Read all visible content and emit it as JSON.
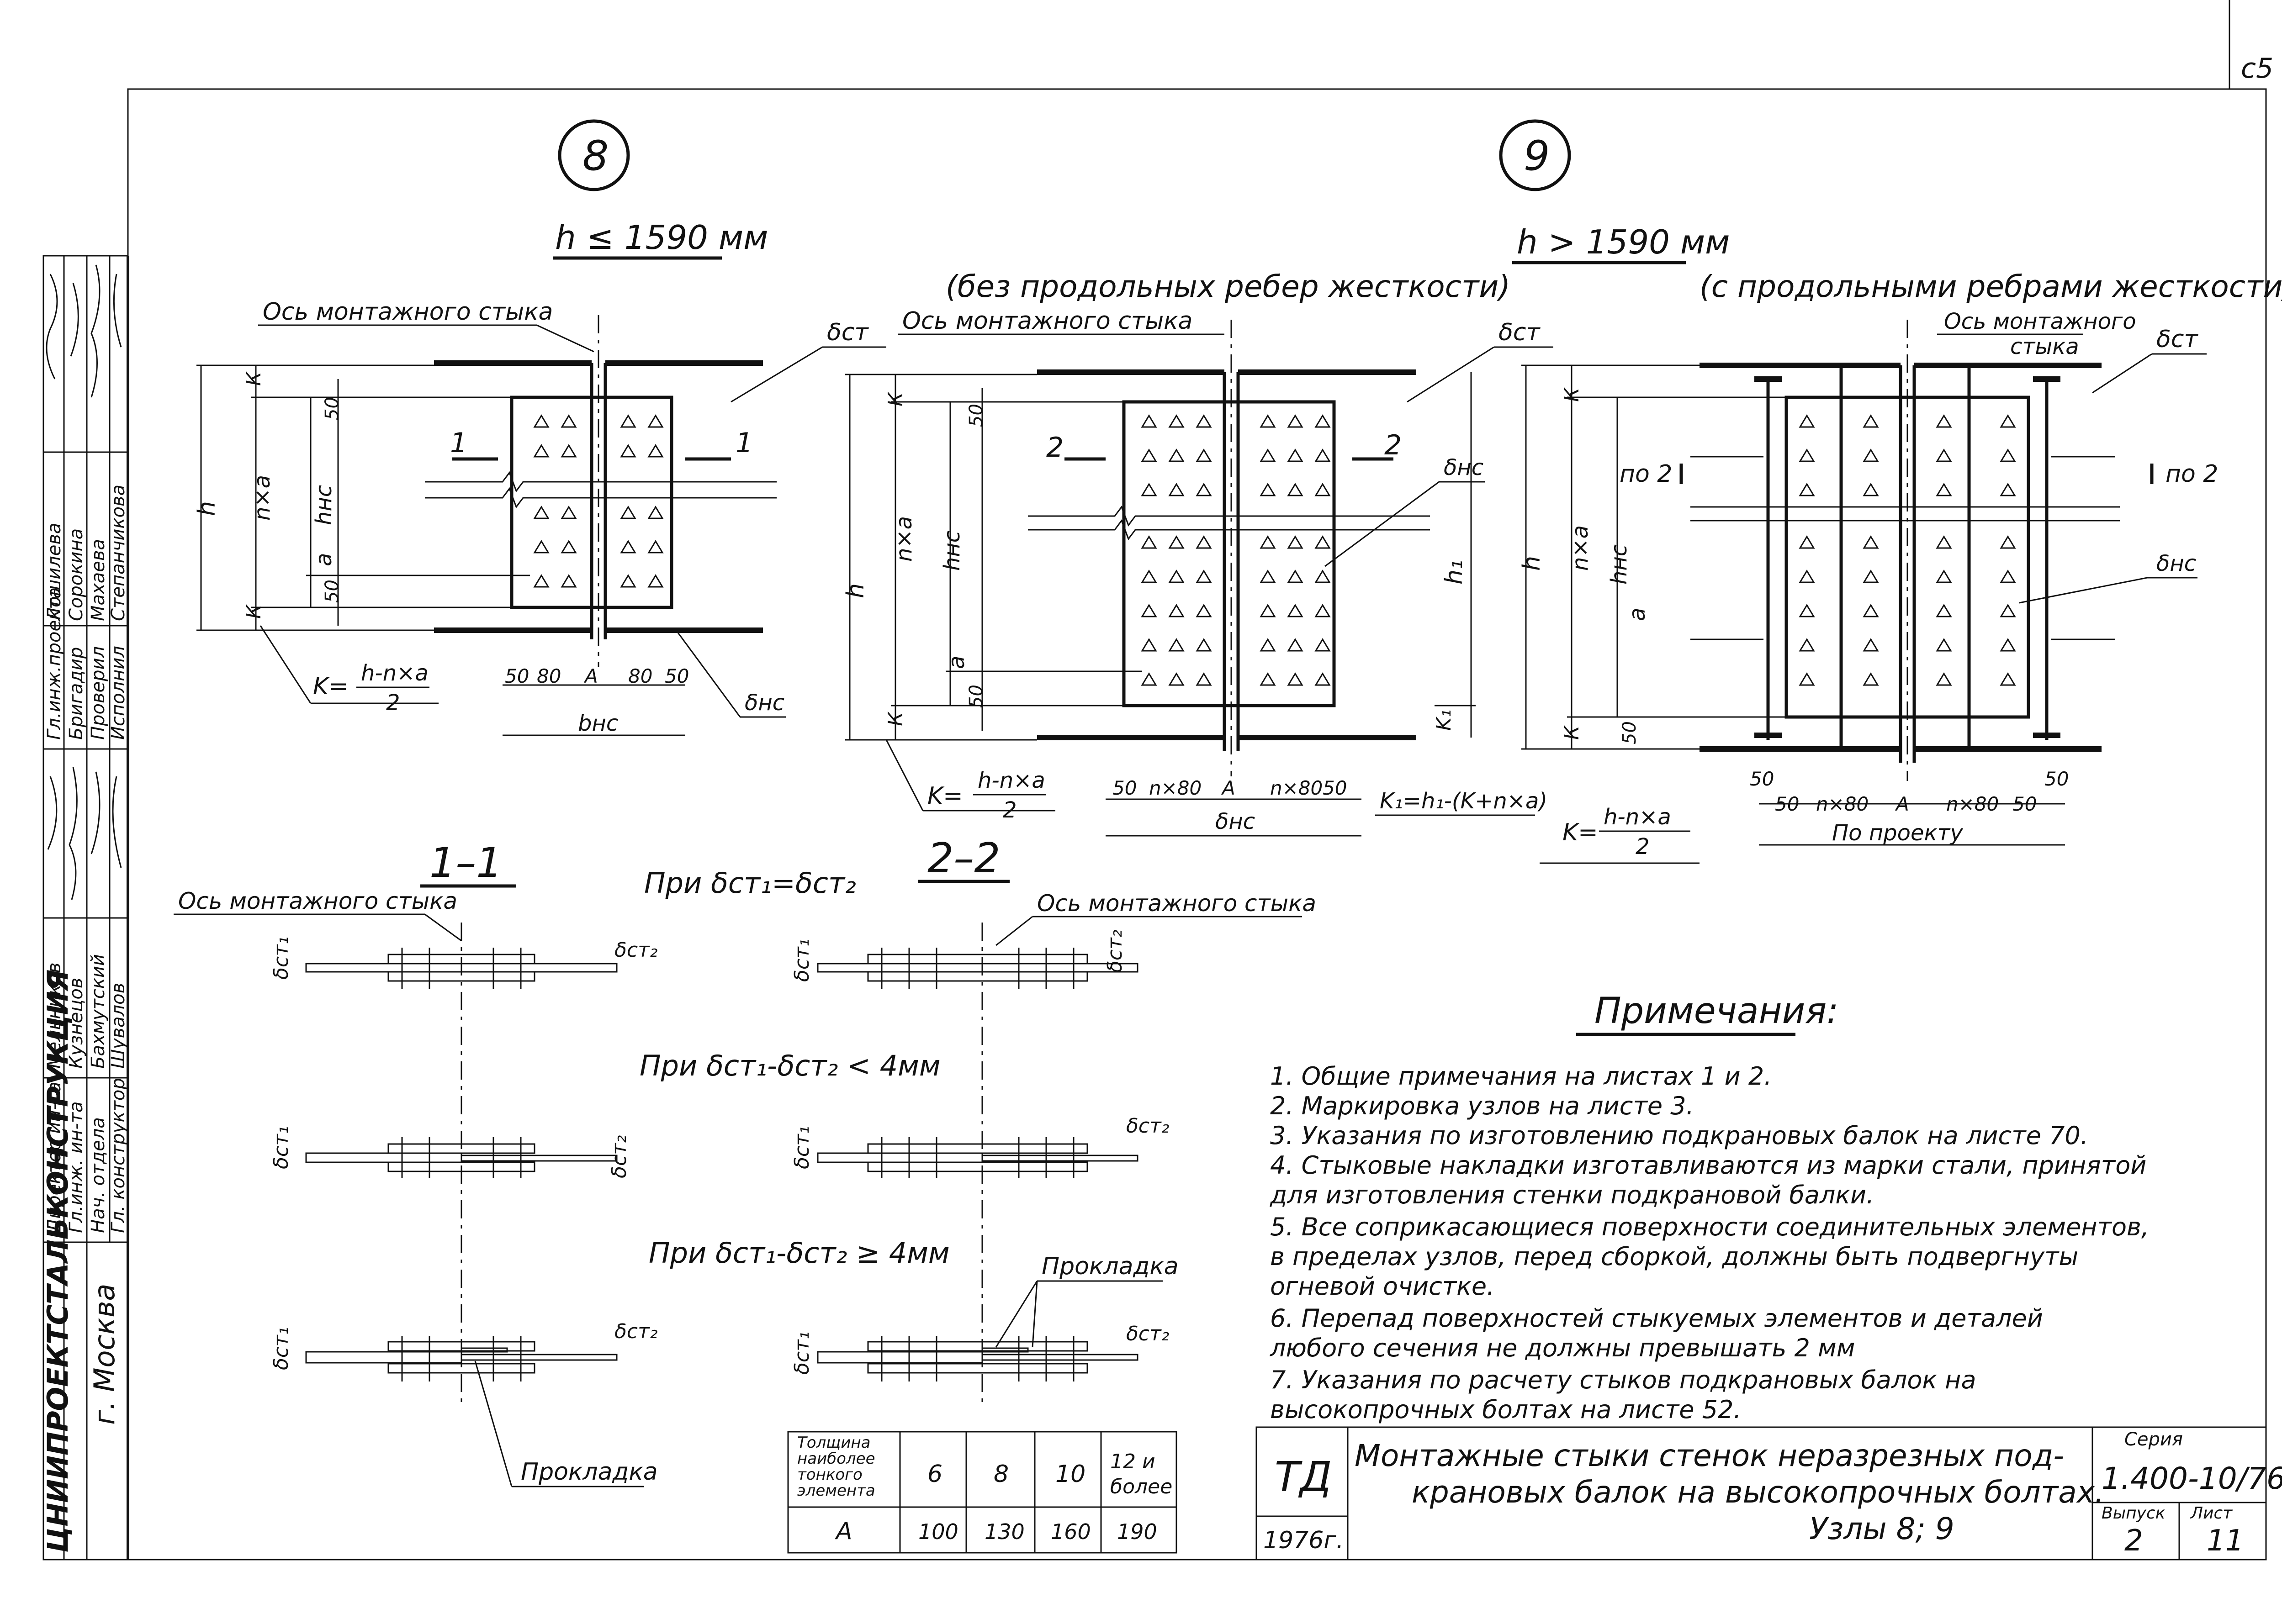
{
  "corner_mark": "с5",
  "node8": {
    "number": "8",
    "condition": "h ≤ 1590 мм",
    "axis_label": "Ось монтажного стыка",
    "delta_st": "δст",
    "delta_ns": "δнс",
    "k": "К",
    "dims": {
      "d50": "50",
      "nxa": "n×a",
      "h": "h",
      "hns": "hнс",
      "a": "a",
      "bottom": [
        "50",
        "80",
        "A",
        "80",
        "50"
      ],
      "bns": "bнс"
    },
    "k_formula_num": "h-n×a",
    "k_formula_den": "2",
    "k_formula_lhs": "K=",
    "section_mark": "1"
  },
  "node9": {
    "number": "9",
    "condition": "h > 1590 мм",
    "left_subtitle": "(без продольных ребер жесткости)",
    "right_subtitle": "(с продольными ребрами жесткости)",
    "axis_label": "Ось монтажного стыка",
    "axis_label_right_1": "Ось монтажного",
    "axis_label_right_2": "стыка",
    "delta_st": "δст",
    "delta_ns": "δнс",
    "section_mark": "2",
    "po2": "по 2",
    "h1": "h₁",
    "k1": "K₁",
    "k1_formula": "K₁=h₁-(K+n×a)",
    "bottom_left": [
      "50",
      "n×80",
      "A",
      "n×80",
      "50"
    ],
    "bottom_right": [
      "50",
      "50",
      "n×80",
      "A",
      "n×80",
      "50",
      "50"
    ],
    "po_proektu": "По проекту",
    "k_formula_num": "h-n×a",
    "k_formula_den": "2",
    "k_formula_lhs": "K="
  },
  "sections": {
    "s11": "1–1",
    "s22": "2–2",
    "axis": "Ось монтажного стыка",
    "cond1": "При δст₁=δст₂",
    "cond2": "При δст₁-δст₂ < 4мм",
    "cond3": "При δст₁-δст₂ ≥ 4мм",
    "prokladka": "Прокладка",
    "d1": "δст₁",
    "d2": "δст₂"
  },
  "notes": {
    "title": "Примечания:",
    "items": [
      "1.  Общие примечания на листах 1 и 2.",
      "2.  Маркировка узлов на листе 3.",
      "3.  Указания по изготовлению подкрановых балок на листе 70.",
      "4.  Стыковые накладки изготавливаются из марки стали, принятой",
      "     для изготовления стенки подкрановой балки.",
      "5.  Все соприкасающиеся поверхности соединительных элементов,",
      "     в пределах узлов, перед сборкой, должны быть подвергнуты",
      "     огневой очистке.",
      "6.  Перепад поверхностей стыкуемых элементов и деталей",
      "     любого сечения не должны превышать 2 мм",
      "7.  Указания по расчету стыков подкрановых балок на",
      "     высокопрочных болтах на листе 52."
    ]
  },
  "thickness_table": {
    "header": [
      "Толщина наиболее тонкого элемента",
      "6",
      "8",
      "10",
      "12 и более"
    ],
    "row": [
      "A",
      "100",
      "130",
      "160",
      "190"
    ]
  },
  "title_block": {
    "td": "ТД",
    "year": "1976г.",
    "title_1": "Монтажные стыки стенок неразрезных под-",
    "title_2": "крановых балок на высокопрочных болтах.",
    "title_3": "Узлы 8; 9",
    "series_label": "Серия",
    "series": "1.400-10/76",
    "issue_label": "Выпуск",
    "issue": "2",
    "sheet_label": "Лист",
    "sheet": "11"
  },
  "side_stamp": {
    "org": "ЦНИИПРОЕКТСТАЛЬКОНСТРУКЦИЯ",
    "city": "г. Москва",
    "roles": [
      "Директор ин-та",
      "Гл.инж. ин-та",
      "Нач. отдела",
      "Гл. конструктор",
      "Гл.инж.проекта",
      "Бригадир",
      "Проверил",
      "Исполнил"
    ],
    "names": [
      "Мельников",
      "Кузнецов",
      "Бахмутский",
      "Шувалов",
      "Лошилева",
      "Сорокина",
      "Махаева",
      "Степанчикова"
    ]
  }
}
